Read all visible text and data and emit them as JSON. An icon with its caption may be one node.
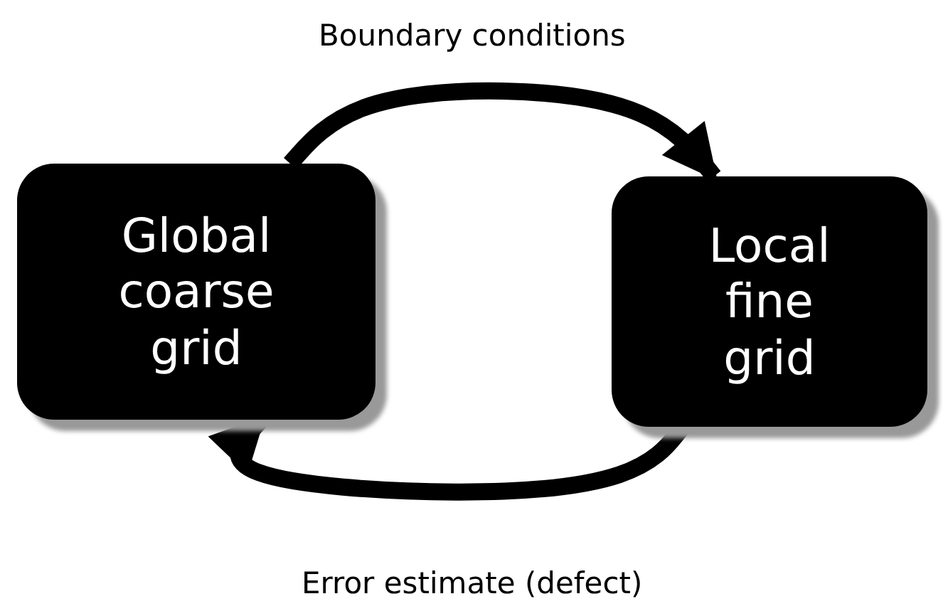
{
  "diagram": {
    "nodes": [
      {
        "text": [
          "Global coarse grid"
        ]
      },
      {
        "text": [
          "Local fine grid"
        ]
      }
    ],
    "edges": [
      {
        "from": 0,
        "to": 1,
        "arrow": "to",
        "label": "Boundary conditions"
      },
      {
        "from": 1,
        "to": 0,
        "arrow": "to",
        "label": "Error estimate (defect)"
      }
    ]
  }
}
